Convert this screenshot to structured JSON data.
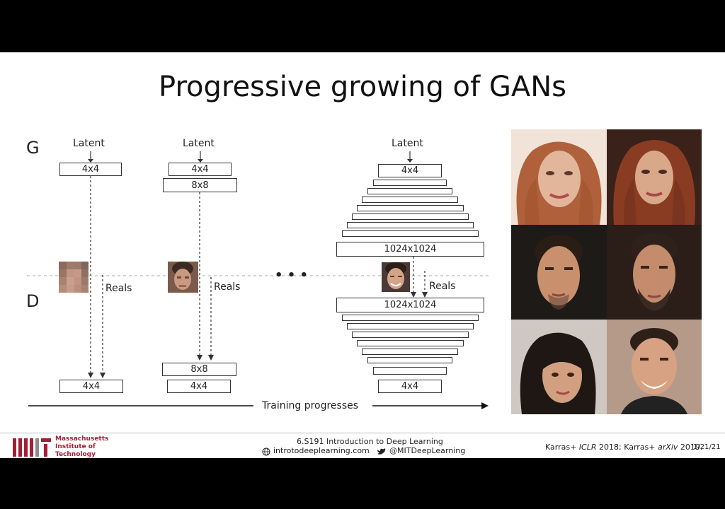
{
  "slide": {
    "title": "Progressive growing of GANs",
    "generator_label": "G",
    "discriminator_label": "D",
    "latent_label": "Latent",
    "reals_label": "Reals",
    "ellipsis": "• • •",
    "training_label": "Training progresses"
  },
  "stages": {
    "stage1": {
      "g_top": "4x4",
      "d_bottom": "4x4"
    },
    "stage2": {
      "g_top": "4x4",
      "g_next": "8x8",
      "d_top": "8x8",
      "d_bottom": "4x4"
    },
    "stage3": {
      "g_top": "4x4",
      "g_out": "1024x1024",
      "d_in": "1024x1024",
      "d_bottom": "4x4"
    }
  },
  "faces": {
    "grid_faces": [
      "face-woman-1",
      "face-woman-2",
      "face-man-1",
      "face-man-2",
      "face-woman-3",
      "face-man-3"
    ],
    "colors": {
      "hair_red": "#b0603a",
      "skin": "#d9a88a",
      "dark_bg": "#2b1d18"
    }
  },
  "footer": {
    "course": "6.S191 Introduction to Deep Learning",
    "website": "introtodeeplearning.com",
    "twitter": "@MITDeepLearning",
    "mit_line1": "Massachusetts",
    "mit_line2": "Institute of",
    "mit_line3": "Technology",
    "cite_part1": "Karras+ ",
    "cite_venue1": "ICLR",
    "cite_part2": " 2018; Karras+ ",
    "cite_venue2": "arXiv",
    "cite_part3": " 2019.",
    "date": "1/21/21"
  },
  "colors": {
    "accent_red": "#a31f34",
    "line": "#333333",
    "dash": "#bbbbbb"
  }
}
